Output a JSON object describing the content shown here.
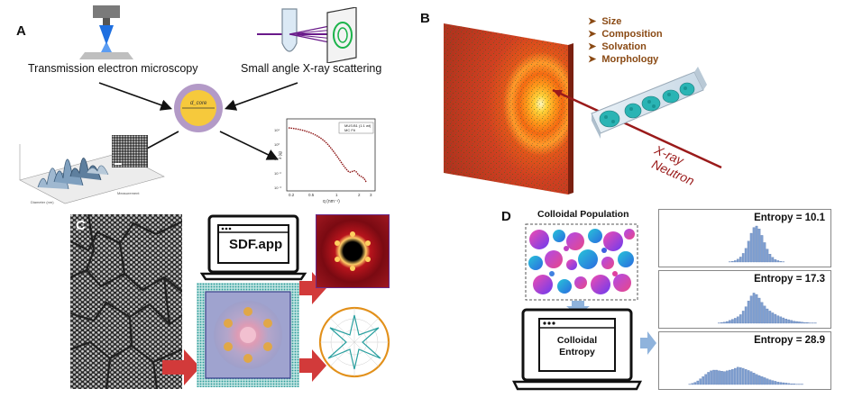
{
  "panelA": {
    "letter": "A",
    "tem_label": "Transmission electron microscopy",
    "saxs_label": "Small angle X-ray scattering",
    "particle_label": "d_core",
    "plot_legend": [
      "MUS:B1 (1:1 wt)",
      "MC Fit"
    ],
    "plot_xlabel": "q (nm⁻¹)",
    "plot_ylabel": "I (q)",
    "plot_xticks": [
      "0.2",
      "0.5",
      "1",
      "2",
      "3"
    ],
    "plot_yticks": [
      "10¹",
      "10⁰",
      "10⁻¹",
      "10⁻²",
      "10⁻³"
    ],
    "surf_axis_1": "Diameter (nm)",
    "surf_axis_2": "Measurement"
  },
  "panelB": {
    "letter": "B",
    "bullets": [
      "Size",
      "Composition",
      "Solvation",
      "Morphology"
    ],
    "beam_label_1": "X-ray",
    "beam_label_2": "Neutron",
    "colors": {
      "bullet": "#8a4a14",
      "beam": "#9a1a1a"
    }
  },
  "panelC": {
    "letter": "C",
    "app_label": "SDF.app"
  },
  "panelD": {
    "letter": "D",
    "population_label": "Colloidal Population",
    "app_label_1": "Colloidal",
    "app_label_2": "Entropy",
    "entropy_labels": [
      "Entropy = 10.1",
      "Entropy = 17.3",
      "Entropy = 28.9"
    ],
    "colors": {
      "bars": "#7f9fd0",
      "arrow": "#8fb3dc"
    }
  },
  "chart_data": [
    {
      "type": "bar",
      "title": "Entropy = 10.1",
      "values": [
        0,
        0,
        0,
        0,
        0,
        0,
        0,
        0,
        0,
        0,
        0,
        0,
        0,
        0,
        0,
        0,
        0,
        0,
        0,
        0,
        0,
        0,
        0,
        0,
        1,
        2,
        4,
        8,
        14,
        24,
        38,
        58,
        80,
        96,
        100,
        92,
        74,
        54,
        36,
        22,
        13,
        7,
        4,
        2,
        1,
        0,
        0,
        0,
        0,
        0,
        0,
        0,
        0,
        0,
        0,
        0,
        0,
        0,
        0,
        0
      ]
    },
    {
      "type": "bar",
      "title": "Entropy = 17.3",
      "values": [
        0,
        0,
        0,
        0,
        0,
        0,
        0,
        0,
        0,
        0,
        0,
        0,
        0,
        0,
        0,
        0,
        0,
        0,
        0,
        0,
        1,
        2,
        3,
        5,
        8,
        11,
        14,
        18,
        24,
        34,
        46,
        62,
        76,
        84,
        80,
        70,
        58,
        48,
        40,
        34,
        29,
        25,
        21,
        18,
        15,
        12,
        10,
        8,
        6,
        5,
        4,
        3,
        2,
        2,
        1,
        1,
        1,
        0,
        0,
        0
      ]
    },
    {
      "type": "bar",
      "title": "Entropy = 28.9",
      "values": [
        0,
        0,
        0,
        0,
        0,
        0,
        0,
        0,
        0,
        1,
        3,
        6,
        10,
        16,
        22,
        28,
        34,
        38,
        40,
        40,
        38,
        37,
        36,
        38,
        40,
        42,
        45,
        48,
        47,
        45,
        42,
        39,
        36,
        32,
        28,
        25,
        22,
        19,
        16,
        13,
        11,
        9,
        7,
        6,
        5,
        4,
        3,
        2,
        2,
        1,
        1,
        1,
        0,
        0,
        0,
        0,
        0,
        0,
        0,
        0
      ]
    }
  ]
}
